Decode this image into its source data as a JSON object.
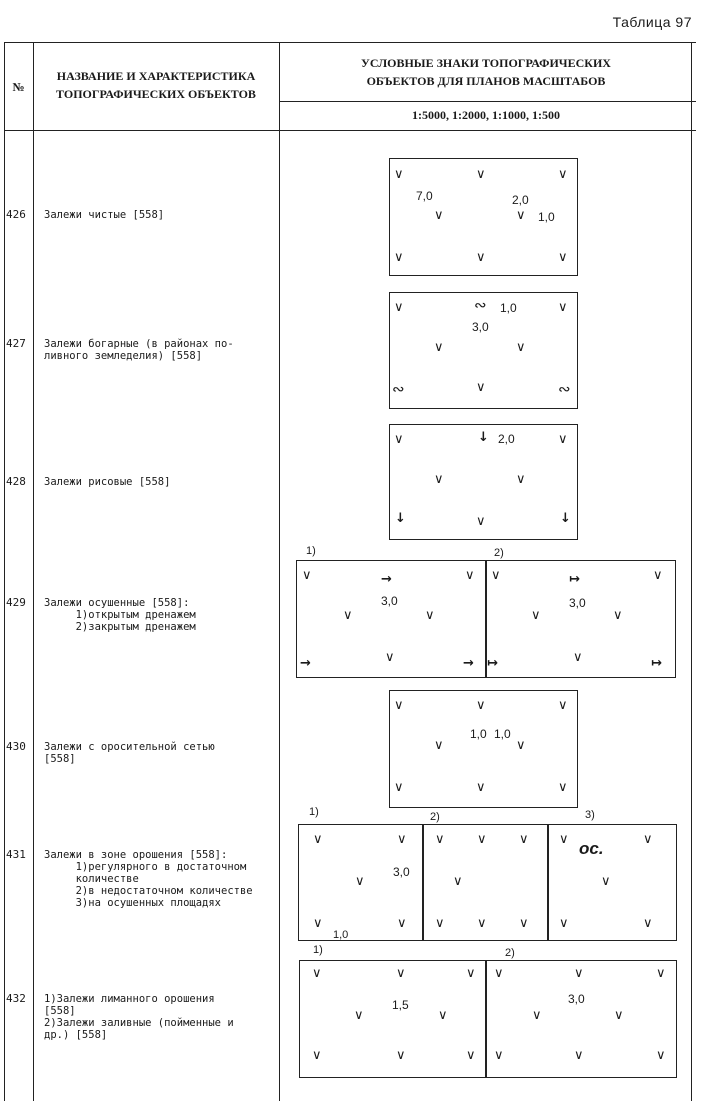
{
  "table_label": "Таблица 97",
  "header": {
    "no": "№",
    "name_line1": "НАЗВАНИЕ И ХАРАКТЕРИСТИКА",
    "name_line2": "ТОПОГРАФИЧЕСКИХ ОБЪЕКТОВ",
    "signs_line1": "УСЛОВНЫЕ ЗНАКИ ТОПОГРАФИЧЕСКИХ",
    "signs_line2": "ОБЪЕКТОВ ДЛЯ ПЛАНОВ МАСШТАБОВ",
    "scales": "1:5000, 1:2000, 1:1000, 1:500"
  },
  "rows": [
    {
      "no": "426",
      "name": "Залежи чистые [558]"
    },
    {
      "no": "427",
      "name": "Залежи богарные (в районах по-\nливного земледелия) [558]"
    },
    {
      "no": "428",
      "name": "Залежи рисовые [558]"
    },
    {
      "no": "429",
      "name": "Залежи осушенные [558]:\n     1)открытым дренажем\n     2)закрытым дренажем"
    },
    {
      "no": "430",
      "name": "Залежи с оросительной сетью\n[558]"
    },
    {
      "no": "431",
      "name": "Залежи в зоне орошения [558]:\n     1)регулярного в достаточном\n     количестве\n     2)в недостаточном количестве\n     3)на осушенных площадях"
    },
    {
      "no": "432",
      "name": "1)Залежи лиманного орошения\n[558]\n2)Залежи заливные (пойменные и\nдр.) [558]"
    }
  ],
  "symbols": {
    "check": "∨",
    "tilde": "∾",
    "arrow_down": "↓",
    "arrow_right": "→",
    "arrow_right_bar": "↦",
    "os": "ос.",
    "dim_7_0": "7,0",
    "dim_2_0": "2,0",
    "dim_1_0": "1,0",
    "dim_3_0": "3,0",
    "dim_1_5": "1,5",
    "sub_1": "1)",
    "sub_2": "2)",
    "sub_3": "3)"
  }
}
